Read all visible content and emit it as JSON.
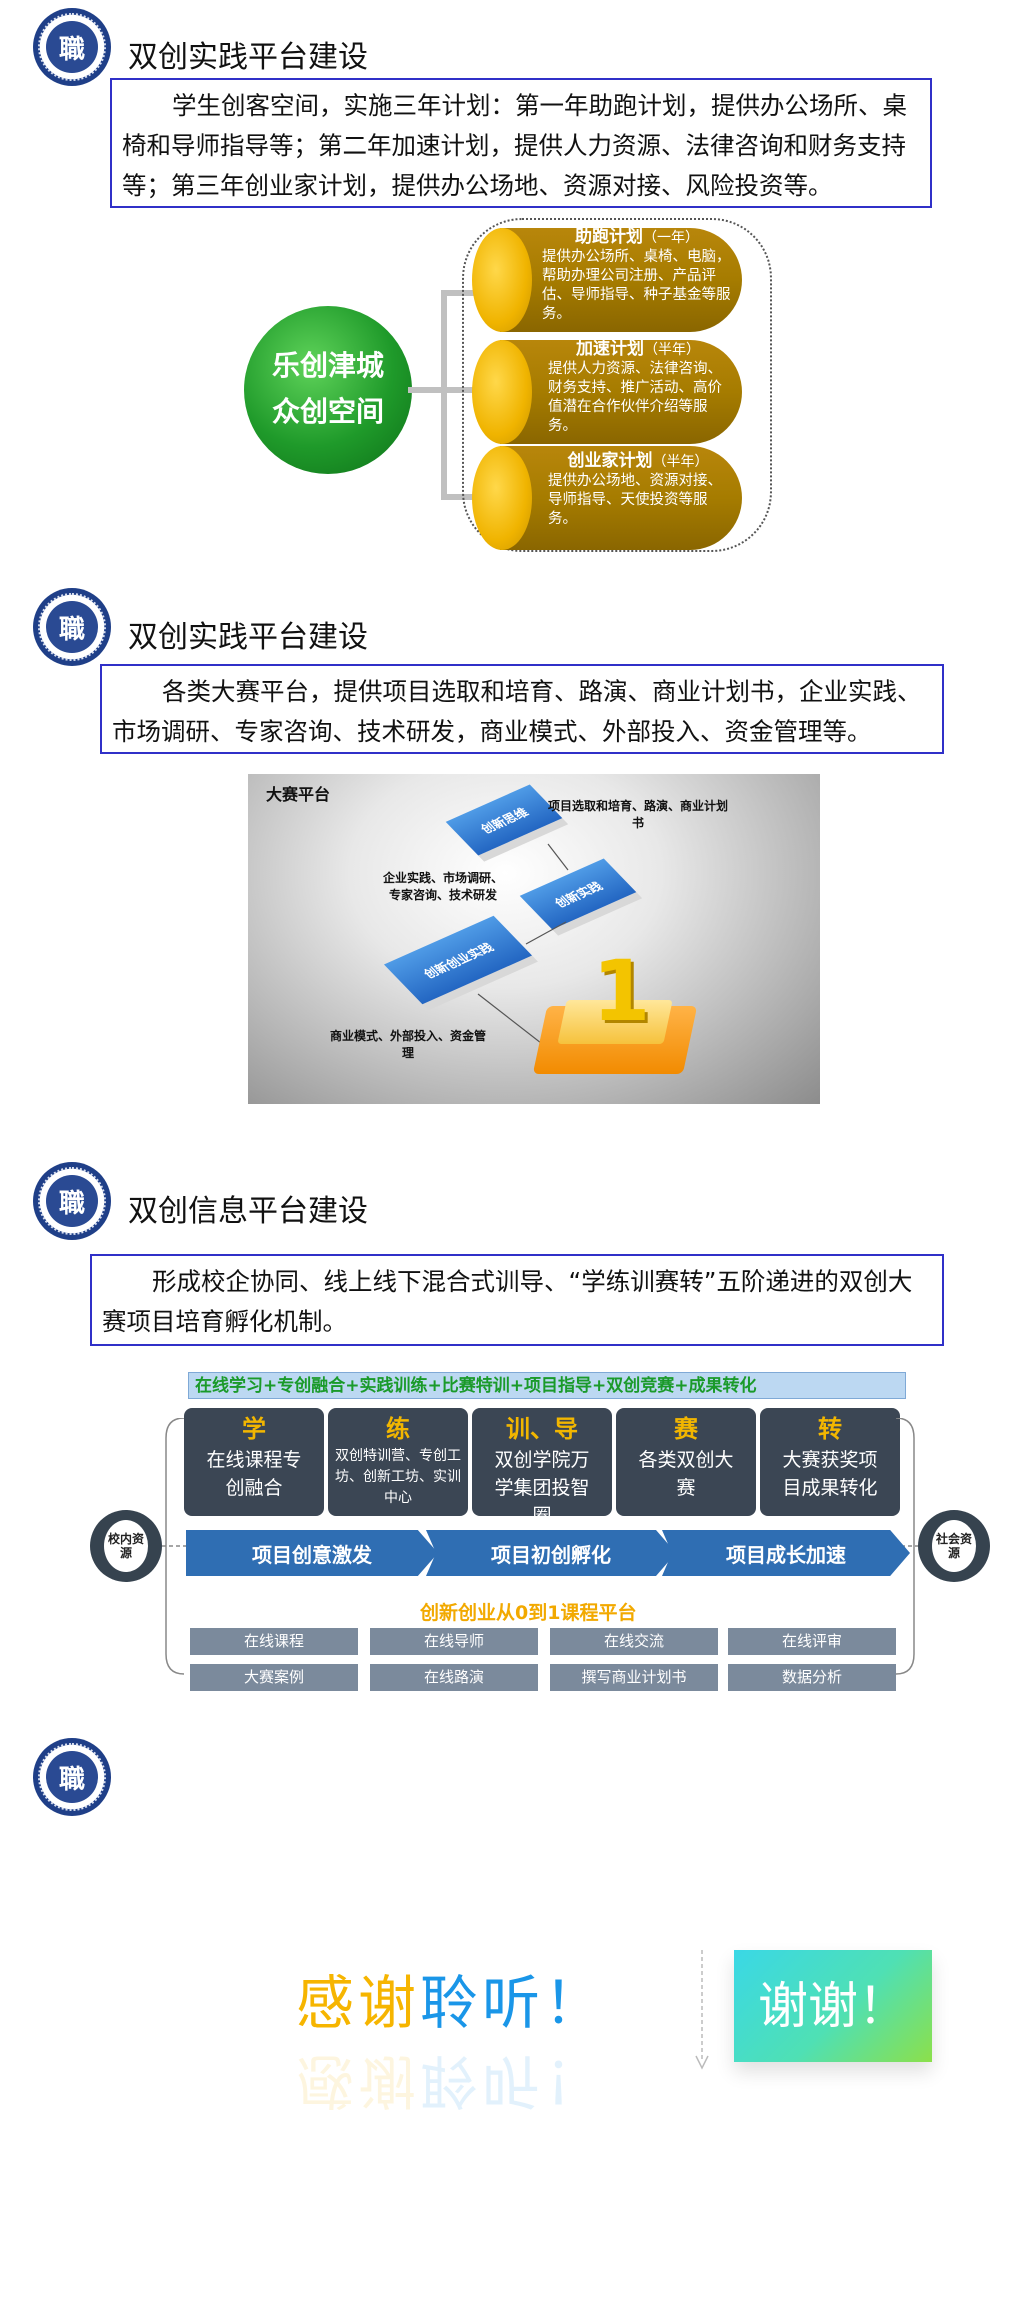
{
  "logo": {
    "icon": "university-seal-icon",
    "glyph": "職"
  },
  "section1": {
    "title": "双创实践平台建设",
    "text": "学生创客空间，实施三年计划：第一年助跑计划，提供办公场所、桌椅和导师指导等；第二年加速计划，提供人力资源、法律咨询和财务支持等；第三年创业家计划，提供办公场地、资源对接、风险投资等。",
    "ball_line1": "乐创津城",
    "ball_line2": "众创空间",
    "plans": [
      {
        "title": "助跑计划",
        "dur": "（一年）",
        "desc": "提供办公场所、桌椅、电脑，帮助办理公司注册、产品评估、导师指导、种子基金等服务。"
      },
      {
        "title": "加速计划",
        "dur": "（半年）",
        "desc": "提供人力资源、法律咨询、财务支持、推广活动、高价值潜在合作伙伴介绍等服务。"
      },
      {
        "title": "创业家计划",
        "dur": "（半年）",
        "desc": "提供办公场地、资源对接、导师指导、天使投资等服务。"
      }
    ]
  },
  "section2": {
    "title": "双创实践平台建设",
    "text": "各类大赛平台，提供项目选取和培育、路演、商业计划书，企业实践、市场调研、专家咨询、技术研发，商业模式、外部投入、资金管理等。",
    "stage_title": "大赛平台",
    "tiles": [
      "创新思维",
      "创新实践",
      "创新创业实践"
    ],
    "labels": [
      "项目选取和培育、路演、商业计划书",
      "企业实践、市场调研、专家咨询、技术研发",
      "商业模式、外部投入、资金管理"
    ],
    "trophy": "1"
  },
  "section3": {
    "title": "双创信息平台建设",
    "text": "形成校企协同、线上线下混合式训导、“学练训赛转”五阶递进的双创大赛项目培育孵化机制。",
    "strip": "在线学习+专创融合+实践训练+比赛特训+项目指导+双创竞赛+成果转化",
    "cards": [
      {
        "head": "学",
        "body": "在线课程专创融合"
      },
      {
        "head": "练",
        "body": "双创特训营、专创工坊、创新工坊、实训中心"
      },
      {
        "head": "训、导",
        "body": "双创学院万学集团投智圈"
      },
      {
        "head": "赛",
        "body": "各类双创大赛"
      },
      {
        "head": "转",
        "body": "大赛获奖项目成果转化"
      }
    ],
    "left_cloud": "校内资源",
    "right_cloud": "社会资源",
    "arrows": [
      "项目创意激发",
      "项目初创孵化",
      "项目成长加速"
    ],
    "platform": "创新创业从0到1课程平台",
    "buttons": [
      "在线课程",
      "在线导师",
      "在线交流",
      "在线评审",
      "大赛案例",
      "在线路演",
      "撰写商业计划书",
      "数据分析"
    ]
  },
  "section4": {
    "thanks_a": "感谢",
    "thanks_b": "聆听！",
    "box": "谢谢！"
  },
  "colors": {
    "frame": "#3030c8",
    "gold": "#f2b600",
    "card": "#3b4654",
    "arrow": "#2f6eb3",
    "green": "#1a9a2a"
  }
}
